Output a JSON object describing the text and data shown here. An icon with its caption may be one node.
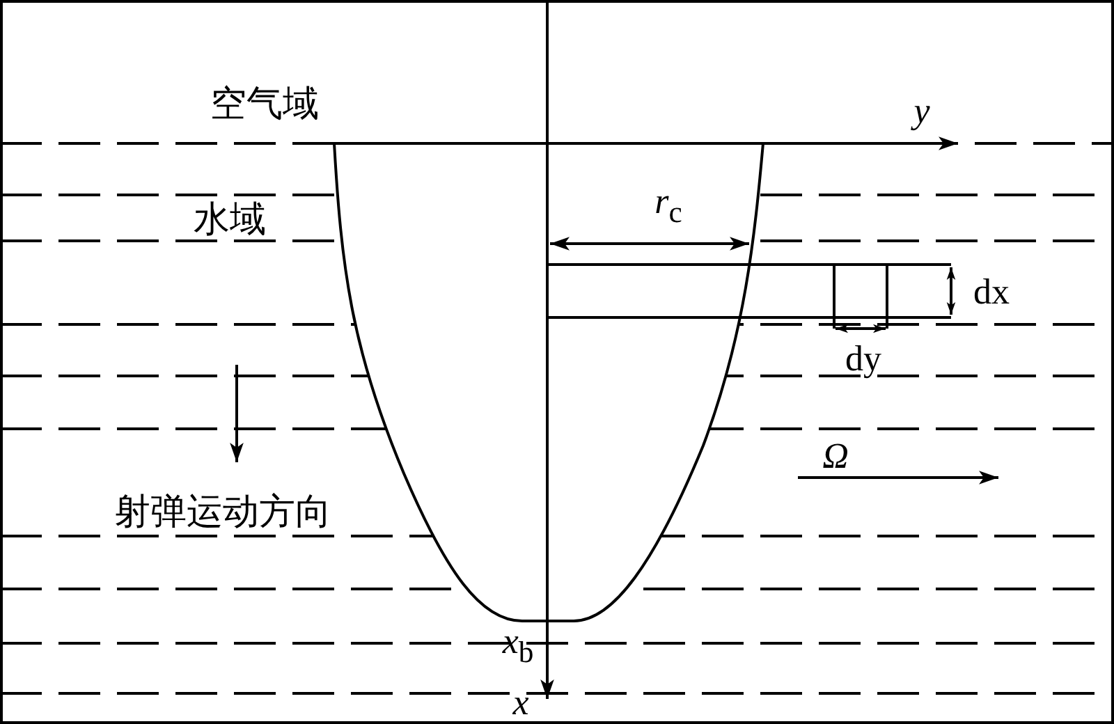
{
  "diagram": {
    "labels": [
      "空气域",
      "*y*",
      "水域",
      "*r*$_{c}$",
      "dx",
      "dy",
      "射弹运动方向",
      "Ω",
      "*x*$_{b}$",
      "*x*"
    ]
  }
}
